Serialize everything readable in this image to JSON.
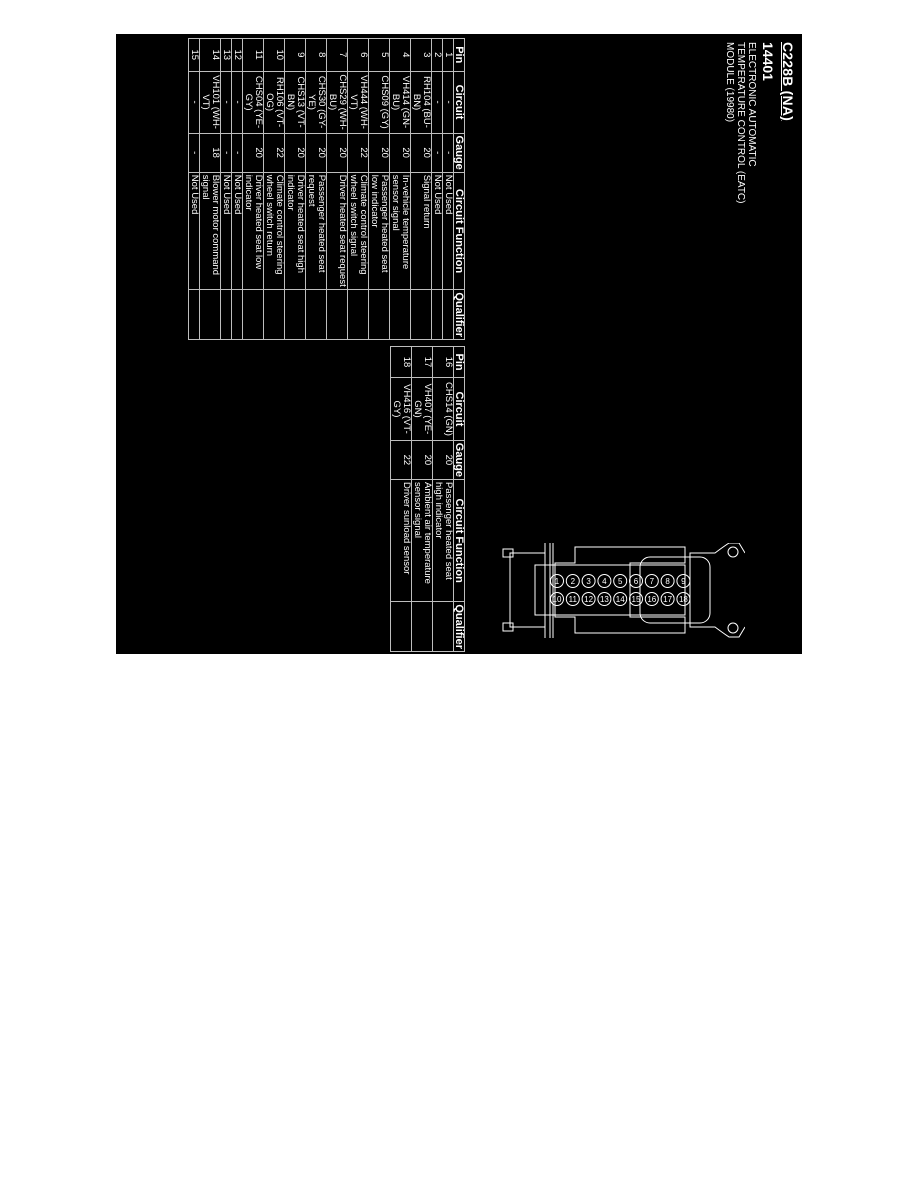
{
  "header": {
    "connector_id": "C228B (NA)",
    "component_number": "14401",
    "description_lines": [
      "ELECTRONIC AUTOMATIC",
      "TEMPERATURE CONTROL (EATC)",
      "MODULE (19980)"
    ]
  },
  "table_headers": {
    "pin": "Pin",
    "circuit": "Circuit",
    "gauge": "Gauge",
    "function": "Circuit Function",
    "qualifier": "Qualifier"
  },
  "pins_table_1": [
    {
      "pin": "1",
      "circuit": "-",
      "gauge": "-",
      "function": "Not Used",
      "qualifier": ""
    },
    {
      "pin": "2",
      "circuit": "-",
      "gauge": "-",
      "function": "Not Used",
      "qualifier": ""
    },
    {
      "pin": "3",
      "circuit": "RH104 (BU-BN)",
      "gauge": "20",
      "function": "Signal return",
      "qualifier": ""
    },
    {
      "pin": "4",
      "circuit": "VH414 (GN-BU)",
      "gauge": "20",
      "function": "In-vehicle temperature sensor signal",
      "qualifier": ""
    },
    {
      "pin": "5",
      "circuit": "CHS09 (GY)",
      "gauge": "20",
      "function": "Passenger heated seat low indicator",
      "qualifier": ""
    },
    {
      "pin": "6",
      "circuit": "VH444 (WH-VT)",
      "gauge": "22",
      "function": "Climate control steering wheel switch signal",
      "qualifier": ""
    },
    {
      "pin": "7",
      "circuit": "CHS29 (WH-BU)",
      "gauge": "20",
      "function": "Driver heated seat request",
      "qualifier": ""
    },
    {
      "pin": "8",
      "circuit": "CHS30 (GY-YE)",
      "gauge": "20",
      "function": "Passenger heated seat request",
      "qualifier": ""
    },
    {
      "pin": "9",
      "circuit": "CHS13 (VT-BN)",
      "gauge": "20",
      "function": "Driver heated seat high indicator",
      "qualifier": ""
    },
    {
      "pin": "10",
      "circuit": "RH106 (VT-OG)",
      "gauge": "22",
      "function": "Climate control steering wheel switch return",
      "qualifier": ""
    },
    {
      "pin": "11",
      "circuit": "CHS04 (YE-GY)",
      "gauge": "20",
      "function": "Driver heated seat low indicator",
      "qualifier": ""
    },
    {
      "pin": "12",
      "circuit": "-",
      "gauge": "-",
      "function": "Not Used",
      "qualifier": ""
    },
    {
      "pin": "13",
      "circuit": "-",
      "gauge": "-",
      "function": "Not Used",
      "qualifier": ""
    },
    {
      "pin": "14",
      "circuit": "VH101 (WH-VT)",
      "gauge": "18",
      "function": "Blower motor command signal",
      "qualifier": ""
    },
    {
      "pin": "15",
      "circuit": "-",
      "gauge": "-",
      "function": "Not Used",
      "qualifier": ""
    }
  ],
  "pins_table_2": [
    {
      "pin": "16",
      "circuit": "CHS14 (GN)",
      "gauge": "20",
      "function": "Passenger heated seat high indicator",
      "qualifier": ""
    },
    {
      "pin": "17",
      "circuit": "VH407 (YE-GN)",
      "gauge": "20",
      "function": "Ambient air temperature sensor signal",
      "qualifier": ""
    },
    {
      "pin": "18",
      "circuit": "VH416 (VT-GY)",
      "gauge": "22",
      "function": "Driver sunload sensor",
      "qualifier": ""
    }
  ],
  "connector_diagram": {
    "top_row_pins": [
      "1",
      "2",
      "3",
      "4",
      "5",
      "6",
      "7",
      "8",
      "9"
    ],
    "bottom_row_pins": [
      "10",
      "11",
      "12",
      "13",
      "14",
      "15",
      "16",
      "17",
      "18"
    ]
  }
}
